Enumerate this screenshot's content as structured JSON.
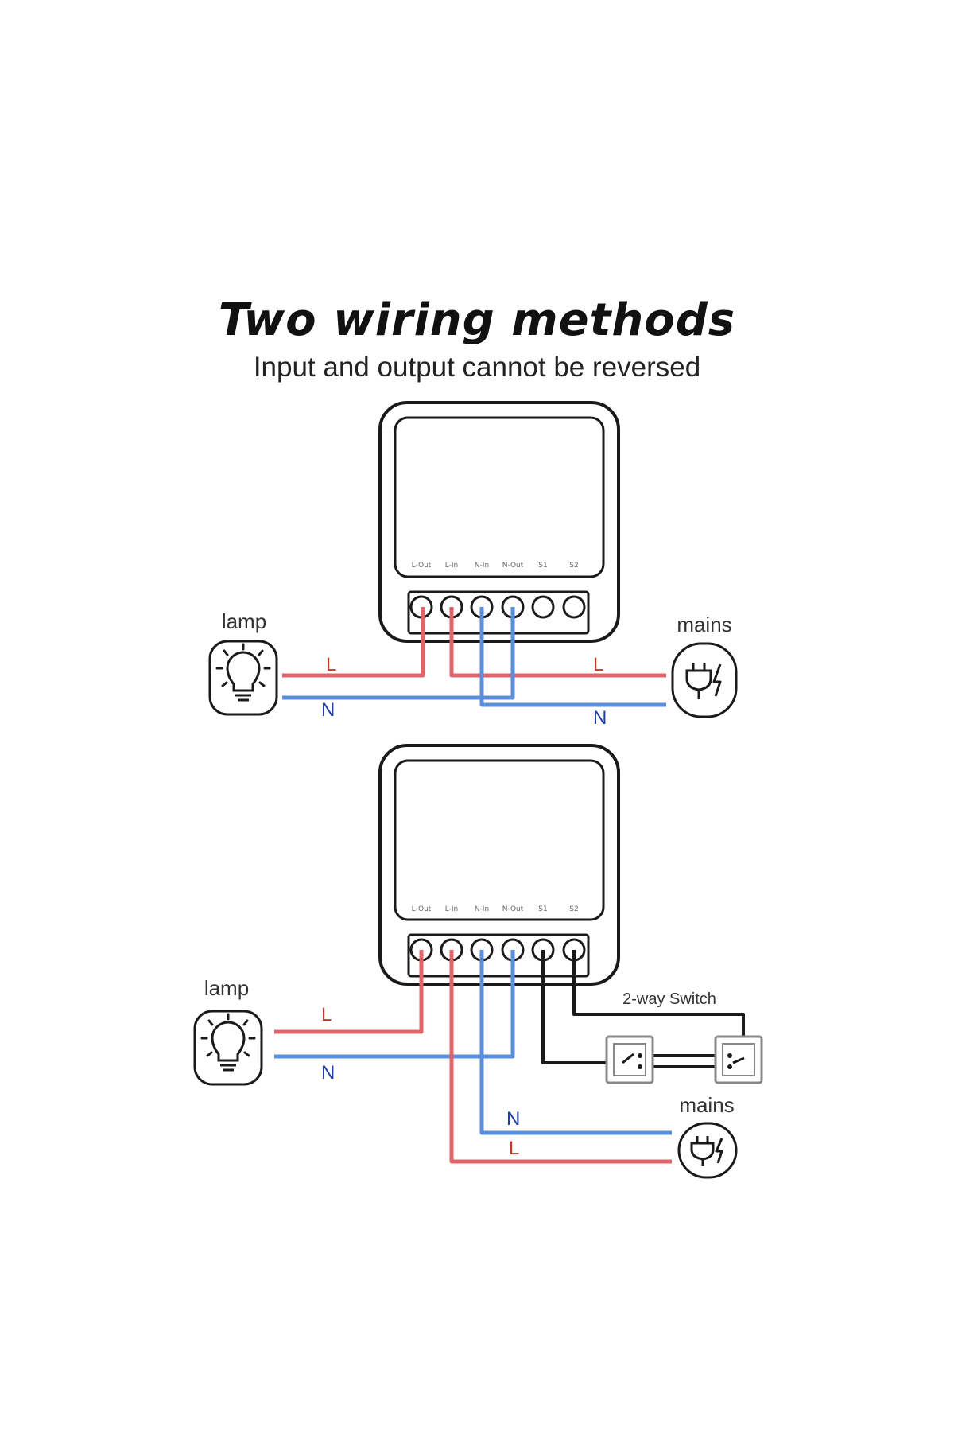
{
  "title": "Two wiring methods",
  "subtitle": "Input and output cannot be reversed",
  "terminals": [
    "L-Out",
    "L-In",
    "N-In",
    "N-Out",
    "S1",
    "S2"
  ],
  "diagram1": {
    "lamp_label": "lamp",
    "mains_label": "mains",
    "lamp_L": "L",
    "lamp_N": "N",
    "mains_L": "L",
    "mains_N": "N"
  },
  "diagram2": {
    "lamp_label": "lamp",
    "mains_label": "mains",
    "switch_label": "2-way Switch",
    "lamp_L": "L",
    "lamp_N": "N",
    "mains_L": "L",
    "mains_N": "N"
  },
  "colors": {
    "live": "#e0646a",
    "neutral": "#5a8fe0",
    "switch_wire": "#1a1a1a",
    "label_L": "#c0392b",
    "label_N": "#1f3fa8"
  }
}
